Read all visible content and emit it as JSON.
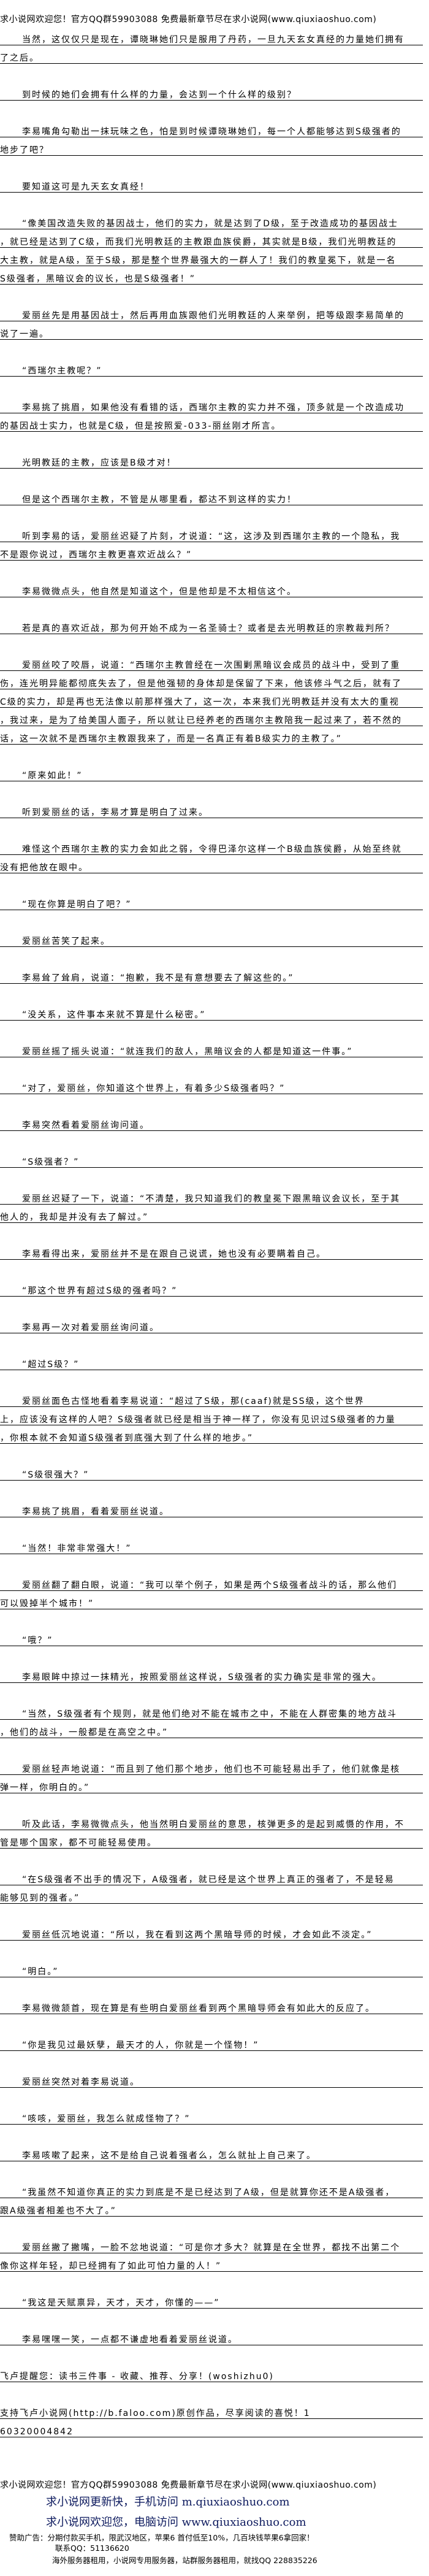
{
  "site_banner_top": "求小说网欢迎您！官方QQ群59903088 免费最新章节尽在求小说网(www.qiuxiaoshuo.com)",
  "body": {
    "paragraphs": [
      [
        "当然，这仅仅只是现在，谭晓琳她们只是服用了丹药，一旦九天玄女真经的力量她们拥有",
        "了之后。"
      ],
      [
        "到时候的她们会拥有什么样的力量，会达到一个什么样的级别？"
      ],
      [
        "李易嘴角勾勒出一抹玩味之色，怕是到时候谭晓琳她们，每一个人都能够达到S级强者的",
        "地步了吧？"
      ],
      [
        "要知道这可是九天玄女真经！"
      ],
      [
        "“像美国改造失败的基因战士，他们的实力，就是达到了D级，至于改造成功的基因战士",
        "，就已经是达到了C级，而我们光明教廷的主教跟血族侯爵，其实就是B级，我们光明教廷的",
        "大主教，就是A级，至于S级，那是整个世界最强大的一群人了！我们的教皇冕下，就是一名",
        "S级强者，黑暗议会的议长，也是S级强者！”"
      ],
      [
        "爱丽丝先是用基因战士，然后再用血族跟他们光明教廷的人来举例，把等级跟李易简单的",
        "说了一遍。"
      ],
      [
        "“西瑞尔主教呢？”"
      ],
      [
        "李易挑了挑眉，如果他没有看错的话，西瑞尔主教的实力并不强，顶多就是一个改造成功",
        "的基因战士实力，也就是C级，但是按照爱-033-丽丝刚才所言。"
      ],
      [
        "光明教廷的主教，应该是B级才对！"
      ],
      [
        "但是这个西瑞尔主教，不管是从哪里看，都达不到这样的实力！"
      ],
      [
        "听到李易的话，爱丽丝迟疑了片刻，才说道：“这，这涉及到西瑞尔主教的一个隐私，我",
        "不是跟你说过，西瑞尔主教更喜欢近战么？”"
      ],
      [
        "李易微微点头，他自然是知道这个，但是他却是不太相信这个。"
      ],
      [
        "若是真的喜欢近战，那为何开始不成为一名圣骑士？或者是去光明教廷的宗教裁判所？"
      ],
      [
        "爱丽丝咬了咬唇，说道：“西瑞尔主教曾经在一次围剿黑暗议会成员的战斗中，受到了重",
        "伤，连光明异能都彻底失去了，但是他强韧的身体却是保留了下来，他该修斗气之后，就有了",
        "C级的实力，却是再也无法像以前那样强大了，这一次，本来我们光明教廷并没有太大的重视",
        "，我过来，是为了给美国人面子，所以就让已经养老的西瑞尔主教陪我一起过来了，若不然的",
        "话，这一次就不是西瑞尔主教跟我来了，而是一名真正有着B级实力的主教了。”"
      ],
      [
        "“原来如此！”"
      ],
      [
        "听到爱丽丝的话，李易才算是明白了过来。"
      ],
      [
        "难怪这个西瑞尔主教的实力会如此之弱，令得巴泽尔这样一个B级血族侯爵，从始至终就",
        "没有把他放在眼中。"
      ],
      [
        "“现在你算是明白了吧？”"
      ],
      [
        "爱丽丝苦笑了起来。"
      ],
      [
        "李易耸了耸肩，说道：“抱歉，我不是有意想要去了解这些的。”"
      ],
      [
        "“没关系，这件事本来就不算是什么秘密。”"
      ],
      [
        "爱丽丝摇了摇头说道：“就连我们的敌人，黑暗议会的人都是知道这一件事。”"
      ],
      [
        "“对了，爱丽丝，你知道这个世界上，有着多少S级强者吗？”"
      ],
      [
        "李易突然看着爱丽丝询问道。"
      ],
      [
        "“S级强者？”"
      ],
      [
        "爱丽丝迟疑了一下，说道：“不清楚，我只知道我们的教皇冕下跟黑暗议会议长，至于其",
        "他人的，我却是并没有去了解过。”"
      ],
      [
        "李易看得出来，爱丽丝并不是在跟自己说谎，她也没有必要瞒着自己。"
      ],
      [
        "“那这个世界有超过S级的强者吗？”"
      ],
      [
        "李易再一次对着爱丽丝询问道。"
      ],
      [
        "“超过S级？”"
      ],
      [
        "爱丽丝面色古怪地看着李易说道：“超过了S级，那(caaf)就是SS级，这个世界",
        "上，应该没有这样的人吧？S级强者就已经是相当于神一样了，你没有见识过S级强者的力量",
        "，你根本就不会知道S级强者到底强大到了什么样的地步。”"
      ],
      [
        "“S级很强大？”"
      ],
      [
        "李易挑了挑眉，看着爱丽丝说道。"
      ],
      [
        "“当然！非常非常强大！”"
      ],
      [
        "爱丽丝翻了翻白眼，说道：“我可以举个例子，如果是两个S级强者战斗的话，那么他们",
        "可以毁掉半个城市！”"
      ],
      [
        "“哦？”"
      ],
      [
        "李易眼眸中掠过一抹精光，按照爱丽丝这样说，S级强者的实力确实是非常的强大。"
      ],
      [
        "“当然，S级强者有个规则，就是他们绝对不能在城市之中，不能在人群密集的地方战斗",
        "，他们的战斗，一般都是在高空之中。”"
      ],
      [
        "爱丽丝轻声地说道：“而且到了他们那个地步，他们也不可能轻易出手了，他们就像是核",
        "弹一样，你明白的。”"
      ],
      [
        "听及此话，李易微微点头，他当然明白爱丽丝的意思，核弹更多的是起到威慑的作用，不",
        "管是哪个国家，都不可能轻易使用。"
      ],
      [
        "“在S级强者不出手的情况下，A级强者，就已经是这个世界上真正的强者了，不是轻易",
        "能够见到的强者。”"
      ],
      [
        "爱丽丝低沉地说道：“所以，我在看到这两个黑暗导师的时候，才会如此不淡定。”"
      ],
      [
        "“明白。”"
      ],
      [
        "李易微微颔首，现在算是有些明白爱丽丝看到两个黑暗导师会有如此大的反应了。"
      ],
      [
        "“你是我见过最妖孽，最天才的人，你就是一个怪物！”"
      ],
      [
        "爱丽丝突然对着李易说道。"
      ],
      [
        "“咳咳，爱丽丝，我怎么就成怪物了？”"
      ],
      [
        "李易咳嗽了起来，这不是给自己说着强者么，怎么就扯上自己来了。"
      ],
      [
        "“我虽然不知道你真正的实力到底是不是已经达到了A级，但是就算你还不是A级强者，",
        "跟A级强者相差也不大了。”"
      ],
      [
        "爱丽丝撇了撇嘴，一脸不忿地说道：“可是你才多大？就算是在全世界，都找不出第二个",
        "像你这样年轻，却已经拥有了如此可怕力量的人！”"
      ],
      [
        "“我这是天赋禀异，天才，天才，你懂的——”"
      ],
      [
        "李易嘿嘿一笑，一点都不谦虚地看着爱丽丝说道。"
      ]
    ]
  },
  "footer_notes": {
    "reminder": "飞卢提醒您：读书三件事 - 收藏、推荐、分享！(woshizhu0)",
    "support": "支持飞卢小说网(http://b.faloo.com)原创作品，尽享阅读的喜悦！1",
    "code": "60320004842"
  },
  "site_banner_bottom": "求小说网欢迎您！官方QQ群59903088 免费最新章节尽在求小说网(www.qiuxiaoshuo.com)",
  "promo": {
    "mobile": "求小说网更新快，手机访问 m.qiuxiaoshuo.com",
    "pc": "求小说网欢迎您，电脑访问 www.qiuxiaoshuo.com"
  },
  "ads": {
    "line1": "赞助广告：分期付款买手机，限武汉地区，苹果6 首付低至10%，几百块钱苹果6拿回家！",
    "line2": "联系QQ：51136620",
    "line3": "海外服务器租用，小说网专用服务器，站群服务器租用，就找QQ 228835226"
  },
  "colors": {
    "text": "#000000",
    "promo": "#0d1a5e",
    "rule": "#000000"
  }
}
